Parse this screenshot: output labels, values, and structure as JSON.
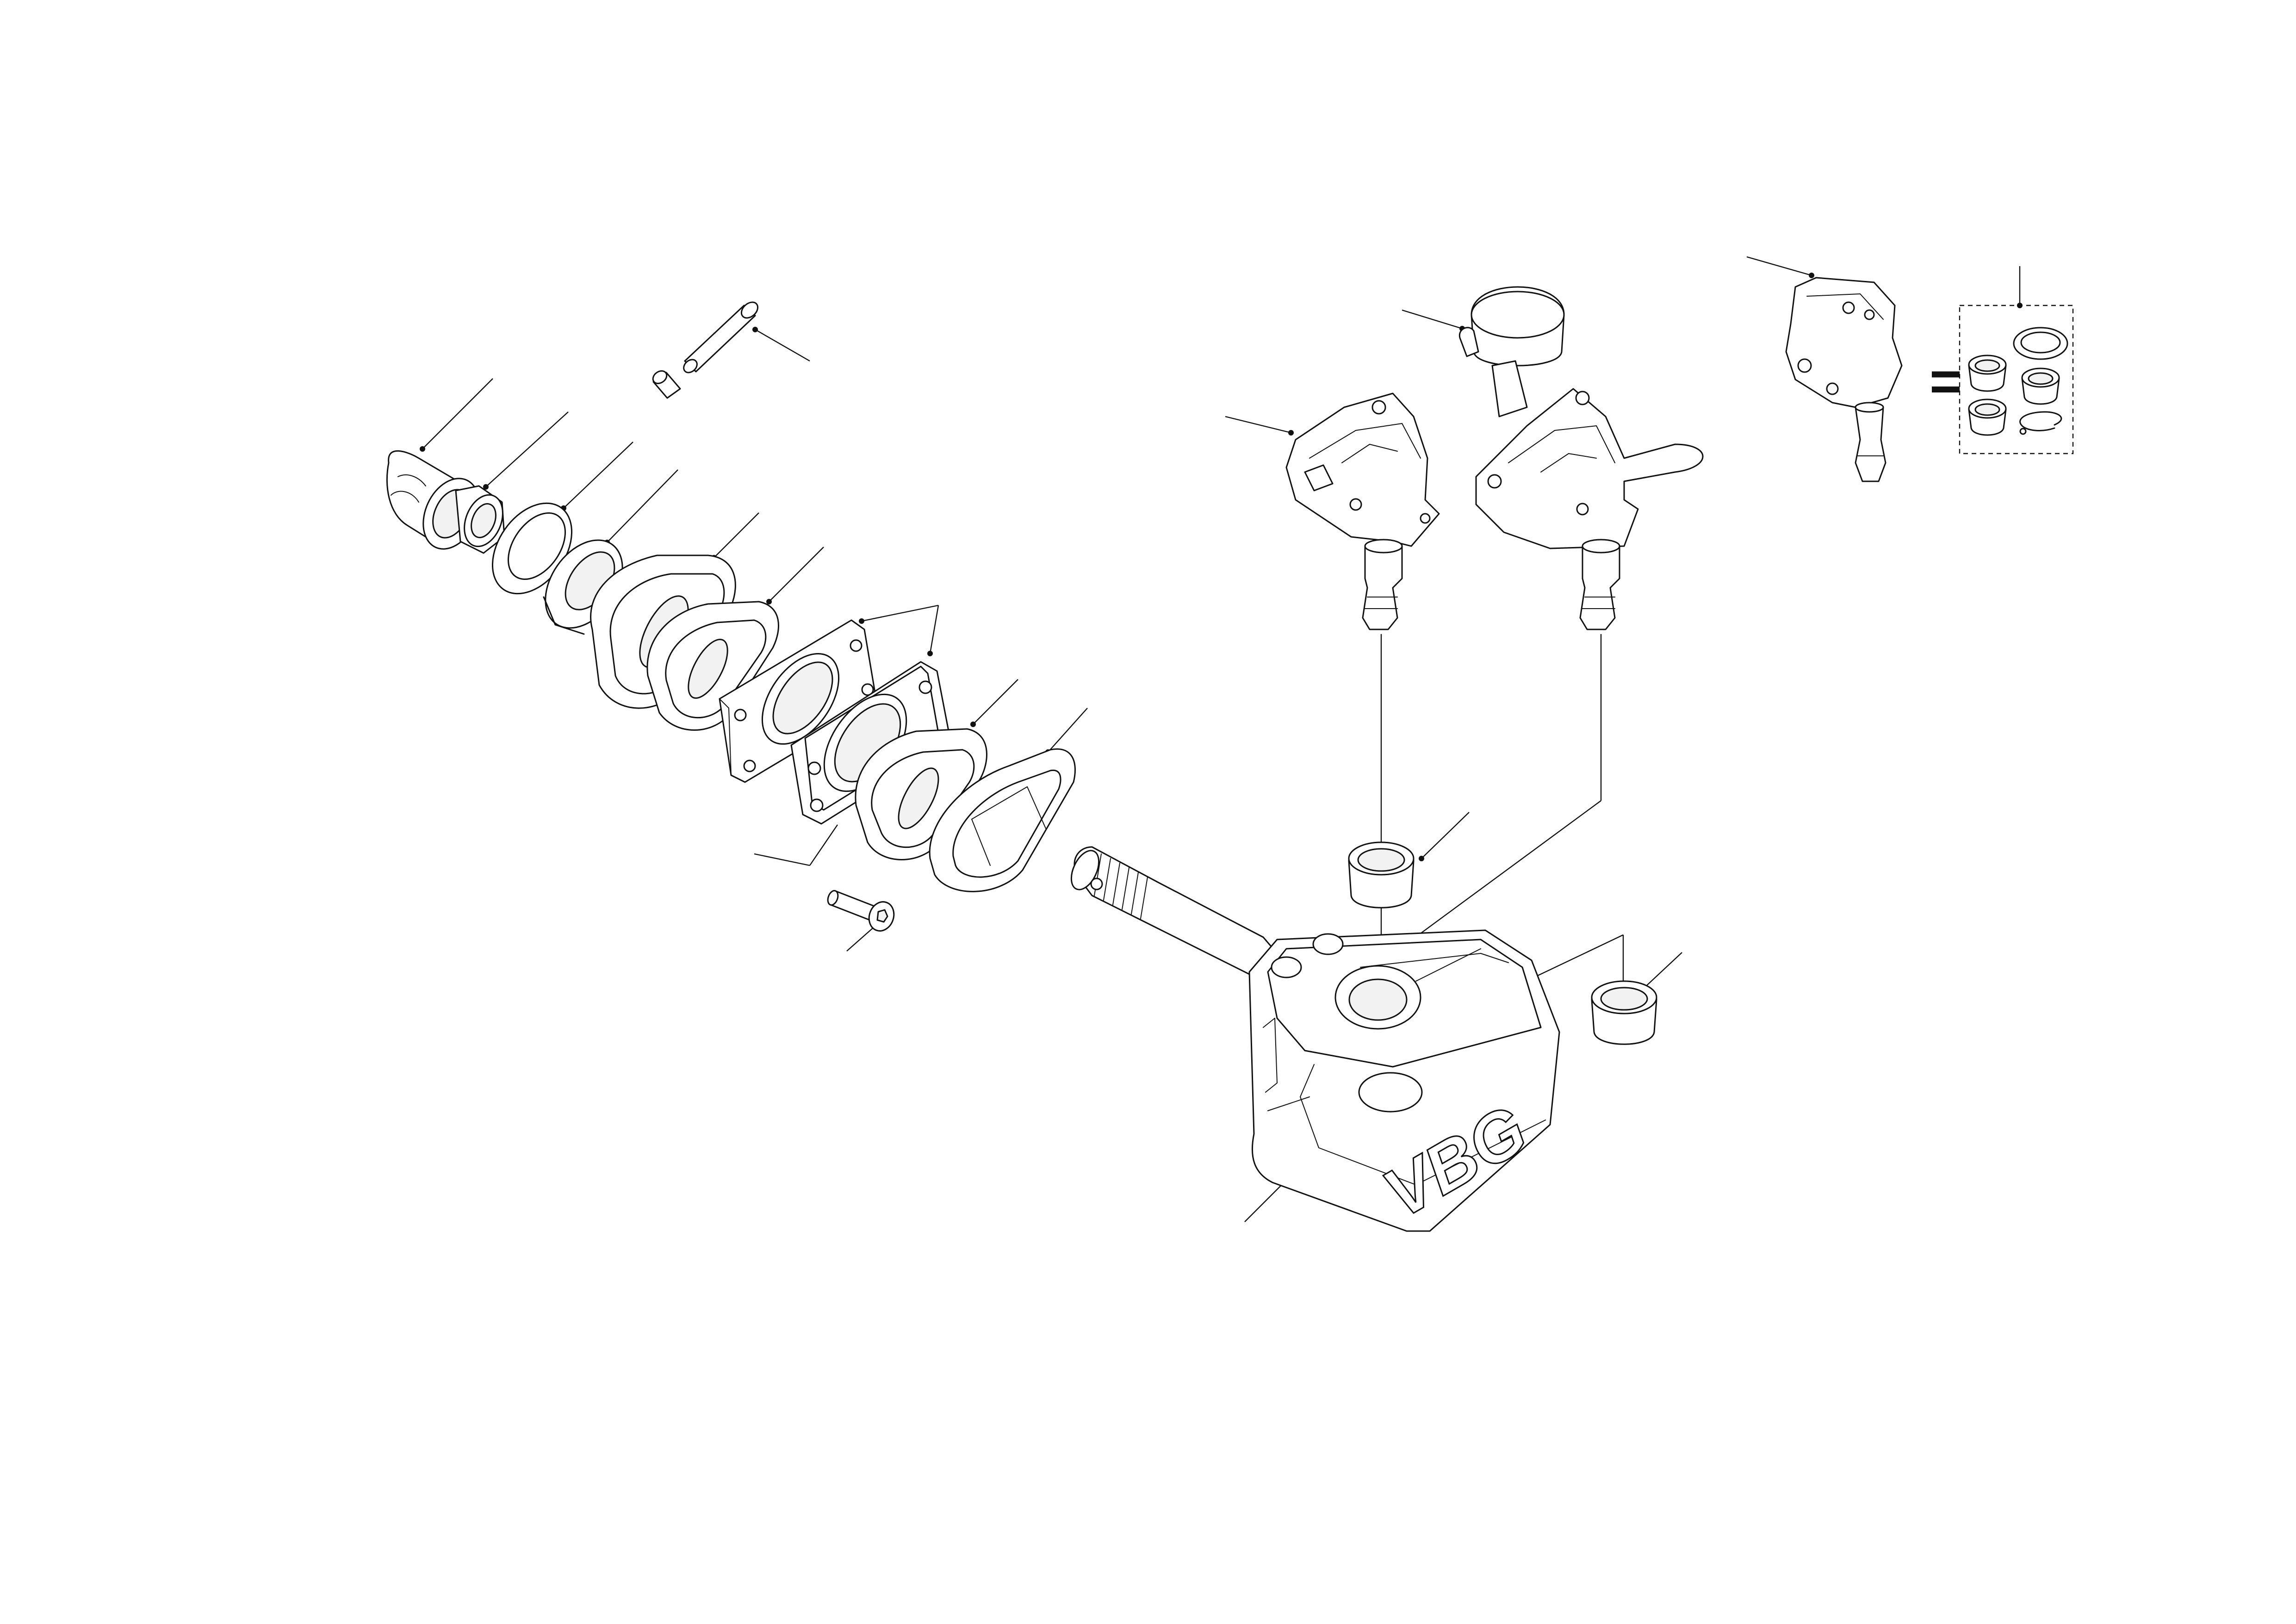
{
  "brand_text": "VBG",
  "equals_sign": "=",
  "colors": {
    "line": "#111111",
    "background": "#ffffff"
  },
  "parts": [
    "cap-nut",
    "hex-nut",
    "flat-washer",
    "conical-washer",
    "rubber-spring-outer",
    "rubber-spring-inner",
    "mounting-flange-plate",
    "mounting-flange-housing",
    "rubber-spring-rear",
    "rubber-spring-sleeve",
    "threaded-drawbar-shaft",
    "split-pin",
    "pin-sleeve",
    "socket-cap-screw",
    "coupling-head-housing",
    "coupling-valve-unit-a",
    "coupling-valve-unit-b-with-dome",
    "bushing-upper",
    "bushing-side",
    "service-kit-unit",
    "seal-kit"
  ]
}
